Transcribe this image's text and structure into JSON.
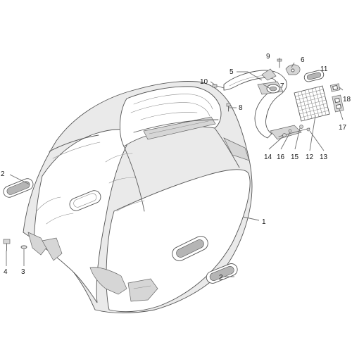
{
  "callouts": [
    {
      "id": "label-1",
      "text": "1"
    },
    {
      "id": "label-2-left",
      "text": "2"
    },
    {
      "id": "label-2-right",
      "text": "2"
    },
    {
      "id": "label-3",
      "text": "3"
    },
    {
      "id": "label-4",
      "text": "4"
    },
    {
      "id": "label-5",
      "text": "5"
    },
    {
      "id": "label-6",
      "text": "6"
    },
    {
      "id": "label-7",
      "text": "7"
    },
    {
      "id": "label-8",
      "text": "8"
    },
    {
      "id": "label-9",
      "text": "9"
    },
    {
      "id": "label-10",
      "text": "10"
    },
    {
      "id": "label-11",
      "text": "11"
    },
    {
      "id": "label-12",
      "text": "12"
    },
    {
      "id": "label-13",
      "text": "13"
    },
    {
      "id": "label-14",
      "text": "14"
    },
    {
      "id": "label-15",
      "text": "15"
    },
    {
      "id": "label-16",
      "text": "16"
    },
    {
      "id": "label-17",
      "text": "17"
    },
    {
      "id": "label-18",
      "text": "18"
    }
  ]
}
